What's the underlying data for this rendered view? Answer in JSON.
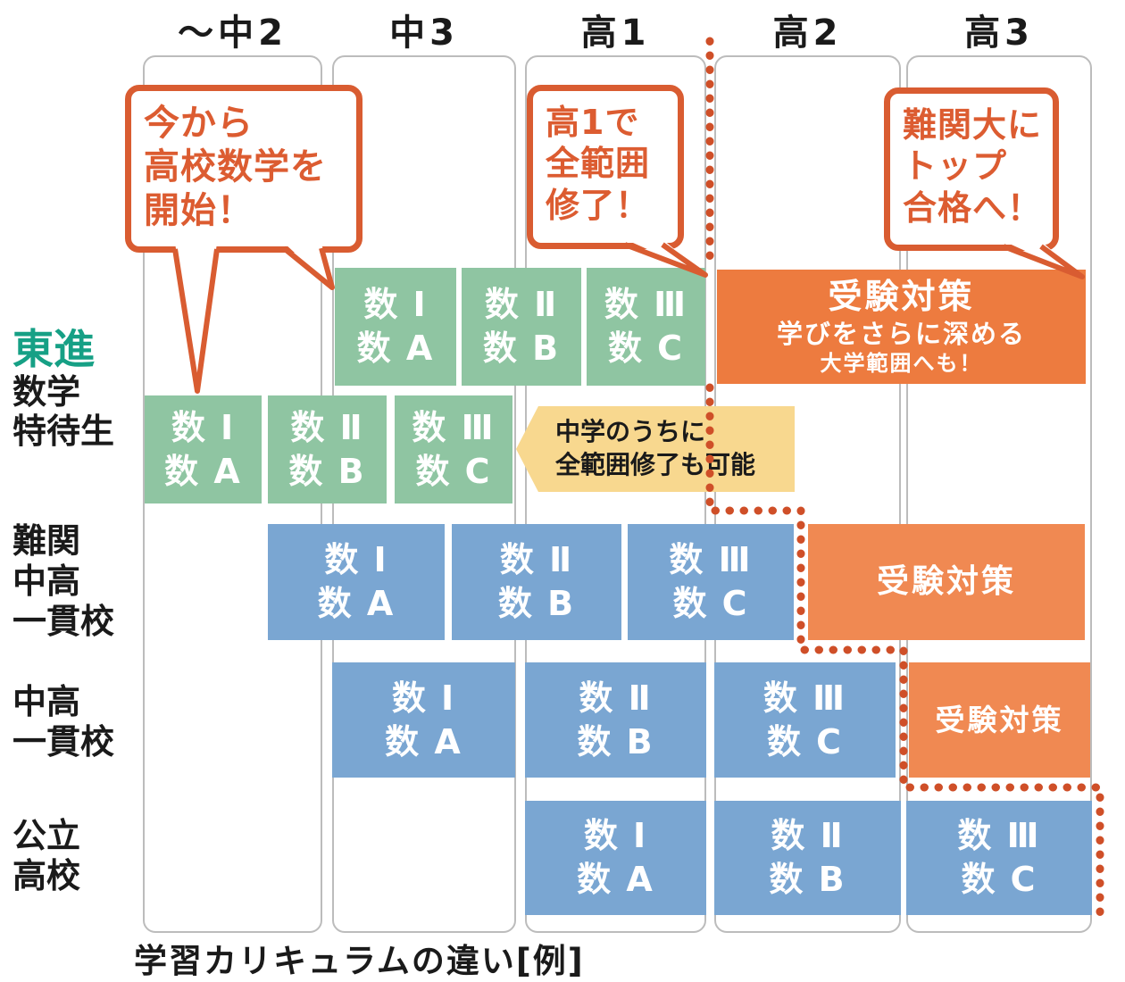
{
  "header": {
    "cols": [
      {
        "label": "～中2"
      },
      {
        "label": "中3"
      },
      {
        "label": "高1"
      },
      {
        "label": "高2"
      },
      {
        "label": "高3"
      }
    ]
  },
  "bubbles": {
    "start": {
      "l1": "今から",
      "l2": "高校数学を",
      "l3": "開始！"
    },
    "hs1": {
      "l1": "高1で",
      "l2": "全範囲",
      "l3": "修了！"
    },
    "goal": {
      "l1": "難関大に",
      "l2": "トップ",
      "l3": "合格へ！"
    }
  },
  "row_labels": {
    "toshin": {
      "l1": "東進",
      "l2": "数学",
      "l3": "特待生"
    },
    "nankan": {
      "l1": "難関",
      "l2": "中高",
      "l3": "一貫校"
    },
    "chuko": {
      "l1": "中高",
      "l2": "一貫校"
    },
    "koritsu": {
      "l1": "公立",
      "l2": "高校"
    }
  },
  "subjects": {
    "s1": {
      "l1": "数 Ⅰ",
      "l2": "数 A"
    },
    "s2": {
      "l1": "数 Ⅱ",
      "l2": "数 B"
    },
    "s3": {
      "l1": "数 Ⅲ",
      "l2": "数 C"
    }
  },
  "exam": {
    "big": {
      "l1": "受験対策",
      "l2": "学びをさらに深める",
      "l3": "大学範囲へも！"
    },
    "small": "受験対策"
  },
  "callout": {
    "l1": "中学のうちに",
    "l2": "全範囲修了も可能"
  },
  "caption": "学習カリキュラムの違い[例]",
  "colors": {
    "green_block": "#8fc5a2",
    "blue_block": "#7aa6d2",
    "orange_deep": "#ed7b3f",
    "orange_light": "#f08952",
    "bubble_orange": "#d95c31",
    "dotted_orange": "#cf4f28",
    "callout_yellow": "#f8d88f",
    "toshin_teal": "#16a085"
  }
}
